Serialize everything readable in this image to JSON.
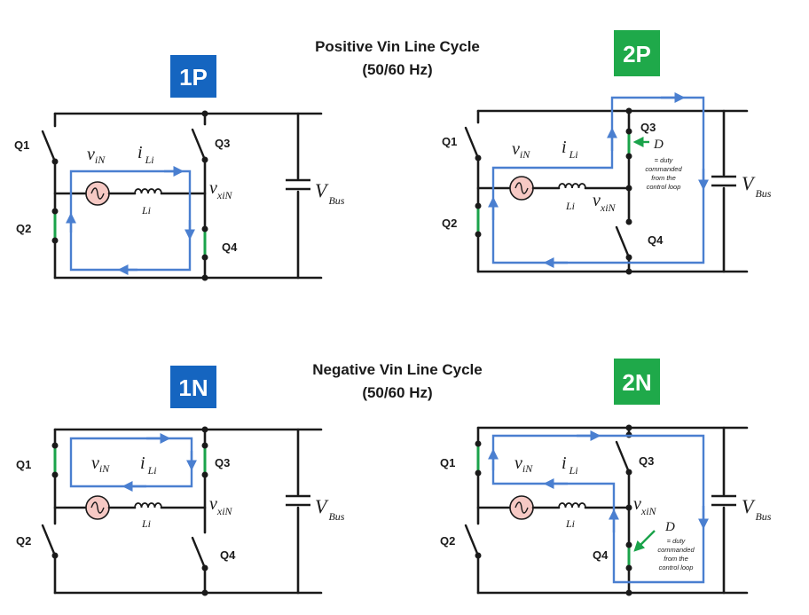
{
  "colors": {
    "badge_blue": "#1565c0",
    "badge_green": "#1fa94a",
    "current": "#4a7fd0",
    "switch_on": "#1aa34a",
    "source_fill": "#f6c9c4"
  },
  "titles": {
    "positive": [
      "Positive Vin Line Cycle",
      "(50/60 Hz)"
    ],
    "negative": [
      "Negative Vin Line Cycle",
      "(50/60 Hz)"
    ]
  },
  "panels": [
    {
      "badge": "1P",
      "badge_color": "blue"
    },
    {
      "badge": "2P",
      "badge_color": "green"
    },
    {
      "badge": "1N",
      "badge_color": "blue"
    },
    {
      "badge": "2N",
      "badge_color": "green"
    }
  ],
  "labels": {
    "q1": "Q1",
    "q2": "Q2",
    "q3": "Q3",
    "q4": "Q4",
    "inductor": "Li",
    "v": "v",
    "v_sub": "iN",
    "i": "i",
    "i_sub": "Li",
    "vx": "v",
    "vx_sub": "xiN",
    "vbus": "V",
    "vbus_sub": "Bus",
    "duty_symbol": "D",
    "duty_note": [
      "= duty",
      "commanded",
      "from the",
      "control loop"
    ]
  }
}
